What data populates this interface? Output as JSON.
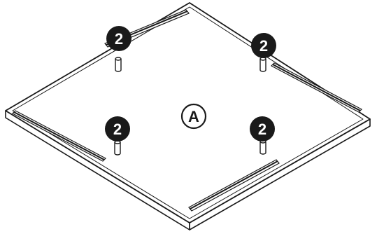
{
  "diagram": {
    "part_label": "A",
    "callouts": [
      {
        "label": "2"
      },
      {
        "label": "2"
      },
      {
        "label": "2"
      },
      {
        "label": "2"
      }
    ]
  }
}
